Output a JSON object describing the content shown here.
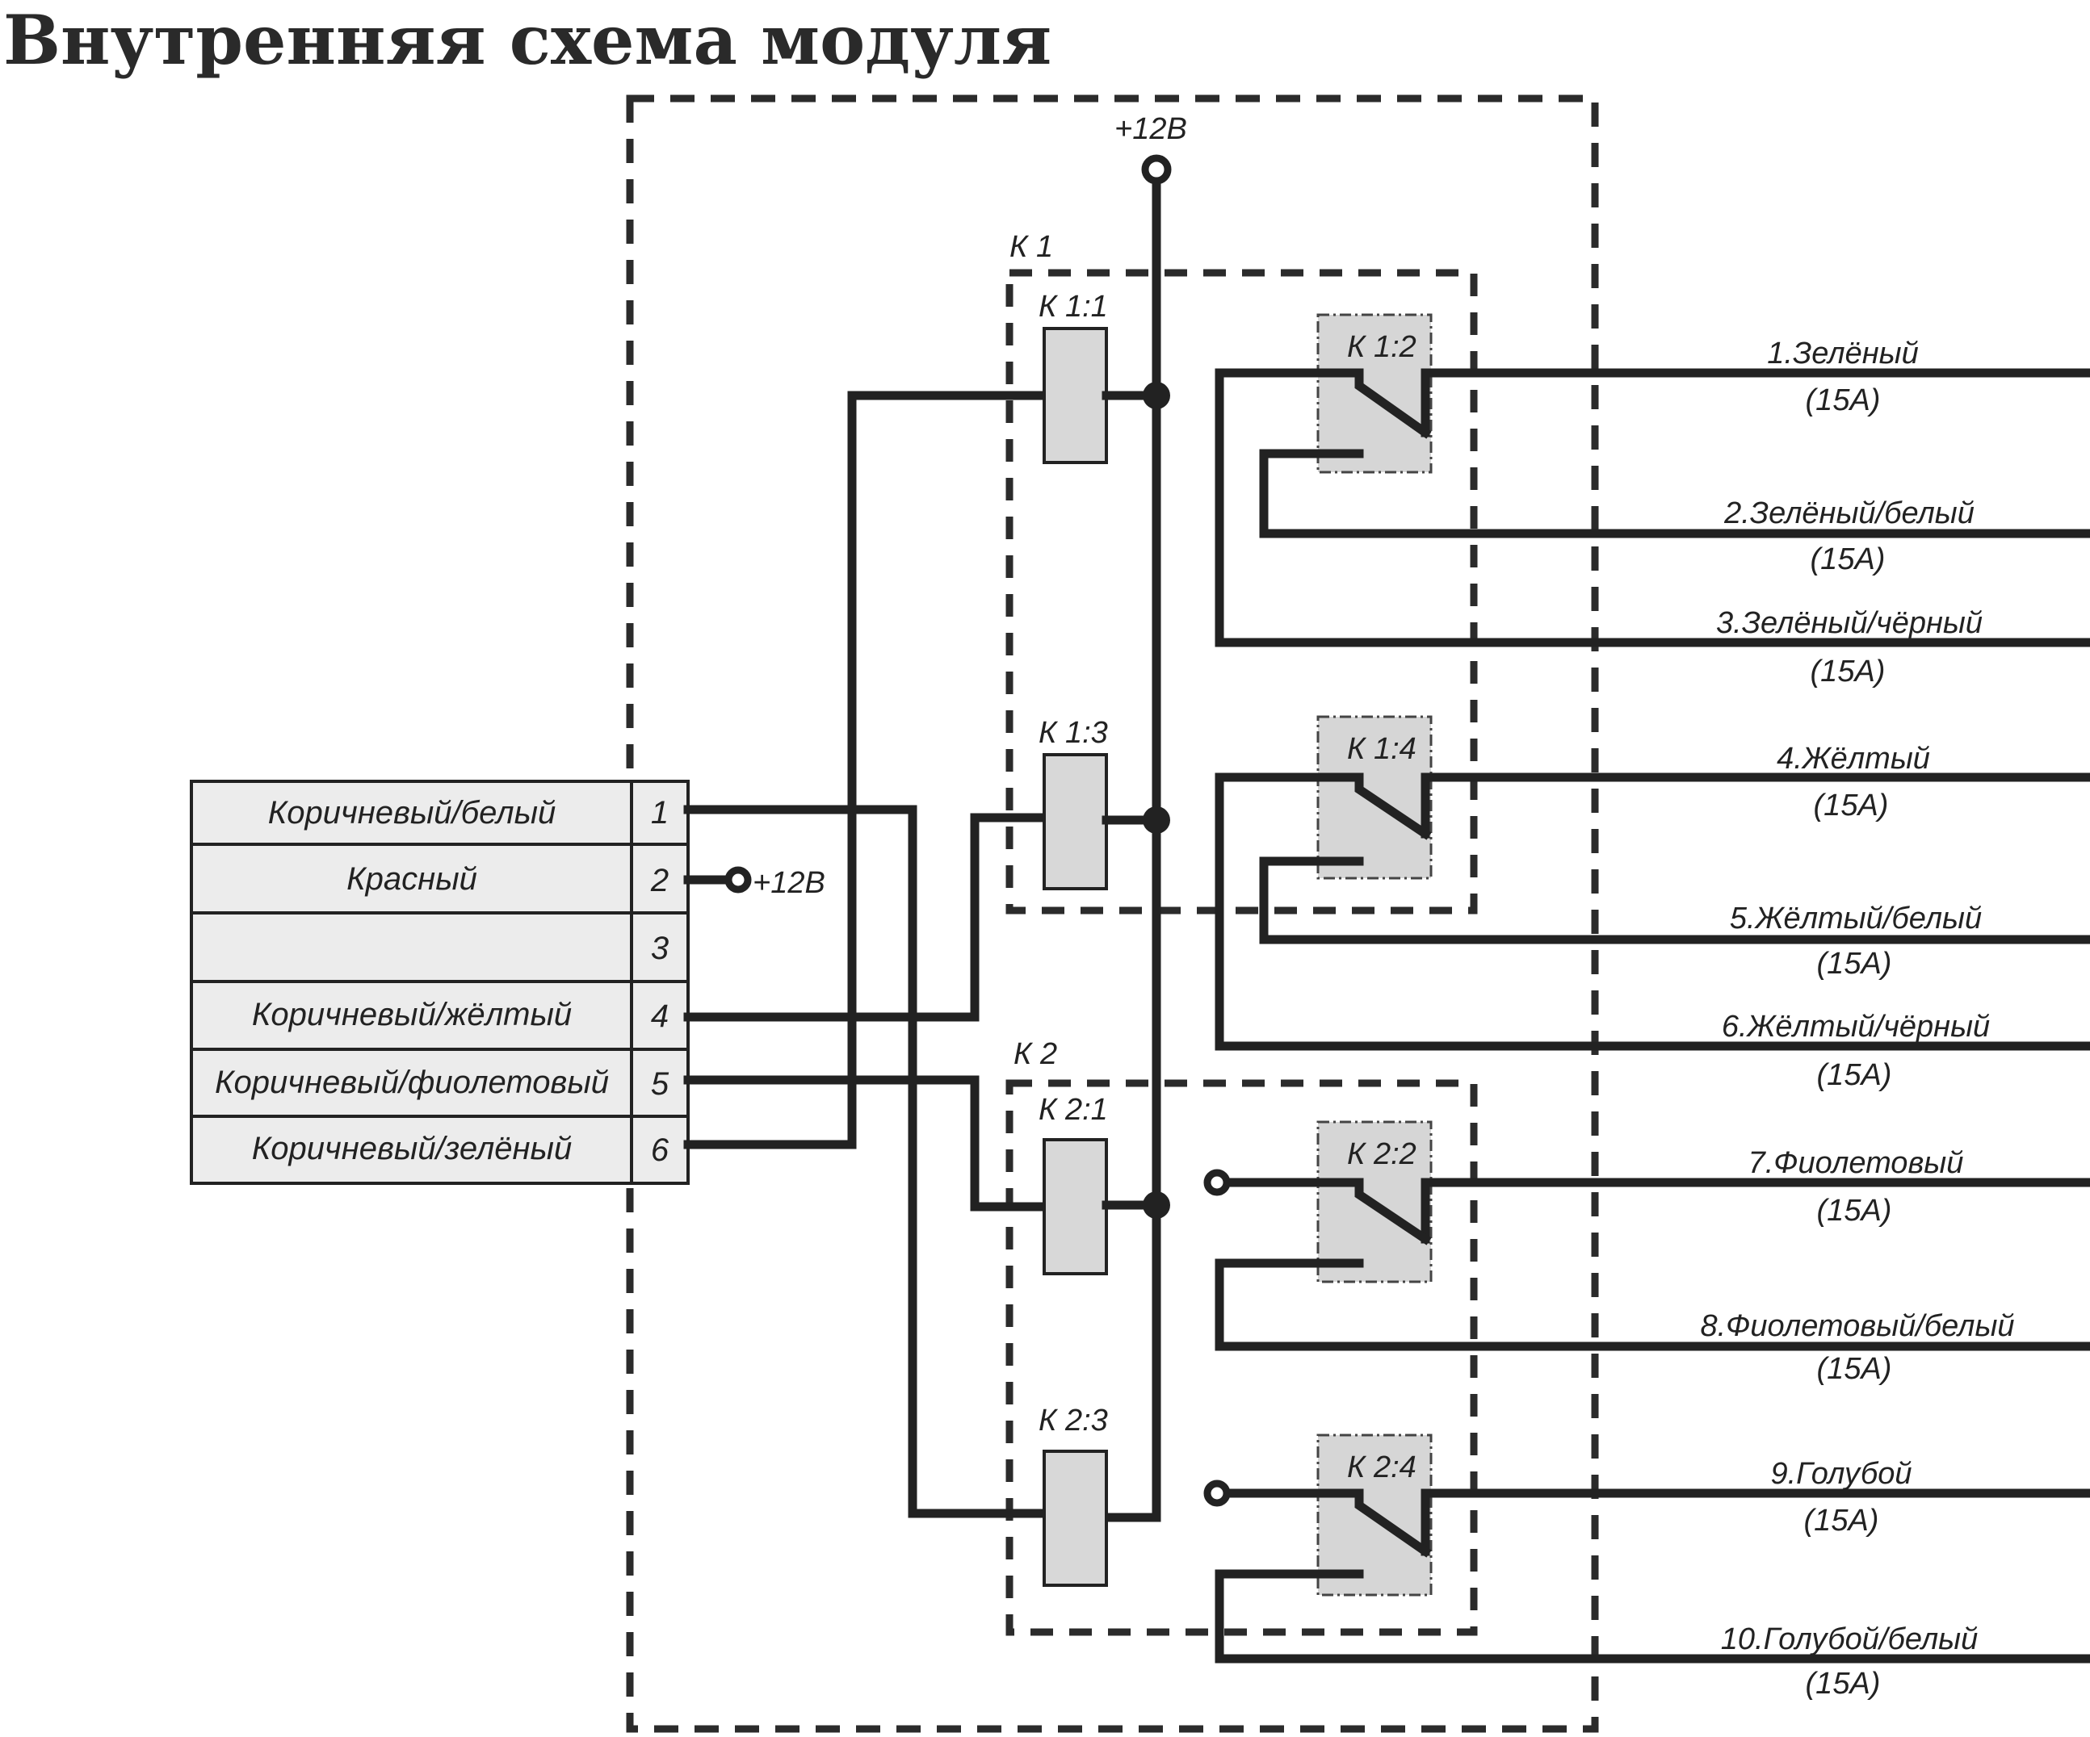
{
  "title": "Внутренняя схема модуля",
  "supply_label": "+12В",
  "relay_groups": [
    {
      "label": "К 1"
    },
    {
      "label": "К 2"
    }
  ],
  "coils": [
    {
      "label": "К 1:1"
    },
    {
      "label": "К 1:3"
    },
    {
      "label": "К 2:1"
    },
    {
      "label": "К 2:3"
    }
  ],
  "contacts": [
    {
      "label": "К 1:2"
    },
    {
      "label": "К 1:4"
    },
    {
      "label": "К 2:2"
    },
    {
      "label": "К 2:4"
    }
  ],
  "connector": {
    "pins": [
      {
        "num": "1",
        "name": "Коричневый/белый"
      },
      {
        "num": "2",
        "name": "Красный",
        "note": "+12В"
      },
      {
        "num": "3",
        "name": ""
      },
      {
        "num": "4",
        "name": "Коричневый/жёлтый"
      },
      {
        "num": "5",
        "name": "Коричневый/фиолетовый"
      },
      {
        "num": "6",
        "name": "Коричневый/зелёный"
      }
    ]
  },
  "outputs": [
    {
      "name": "1.Зелёный",
      "rating": "(15А)"
    },
    {
      "name": "2.Зелёный/белый",
      "rating": "(15А)"
    },
    {
      "name": "3.Зелёный/чёрный",
      "rating": "(15А)"
    },
    {
      "name": "4.Жёлтый",
      "rating": "(15А)"
    },
    {
      "name": "5.Жёлтый/белый",
      "rating": "(15А)"
    },
    {
      "name": "6.Жёлтый/чёрный",
      "rating": "(15А)"
    },
    {
      "name": "7.Фиолетовый",
      "rating": "(15А)"
    },
    {
      "name": "8.Фиолетовый/белый",
      "rating": "(15А)"
    },
    {
      "name": "9.Голубой",
      "rating": "(15А)"
    },
    {
      "name": "10.Голубой/белый",
      "rating": "(15А)"
    }
  ]
}
